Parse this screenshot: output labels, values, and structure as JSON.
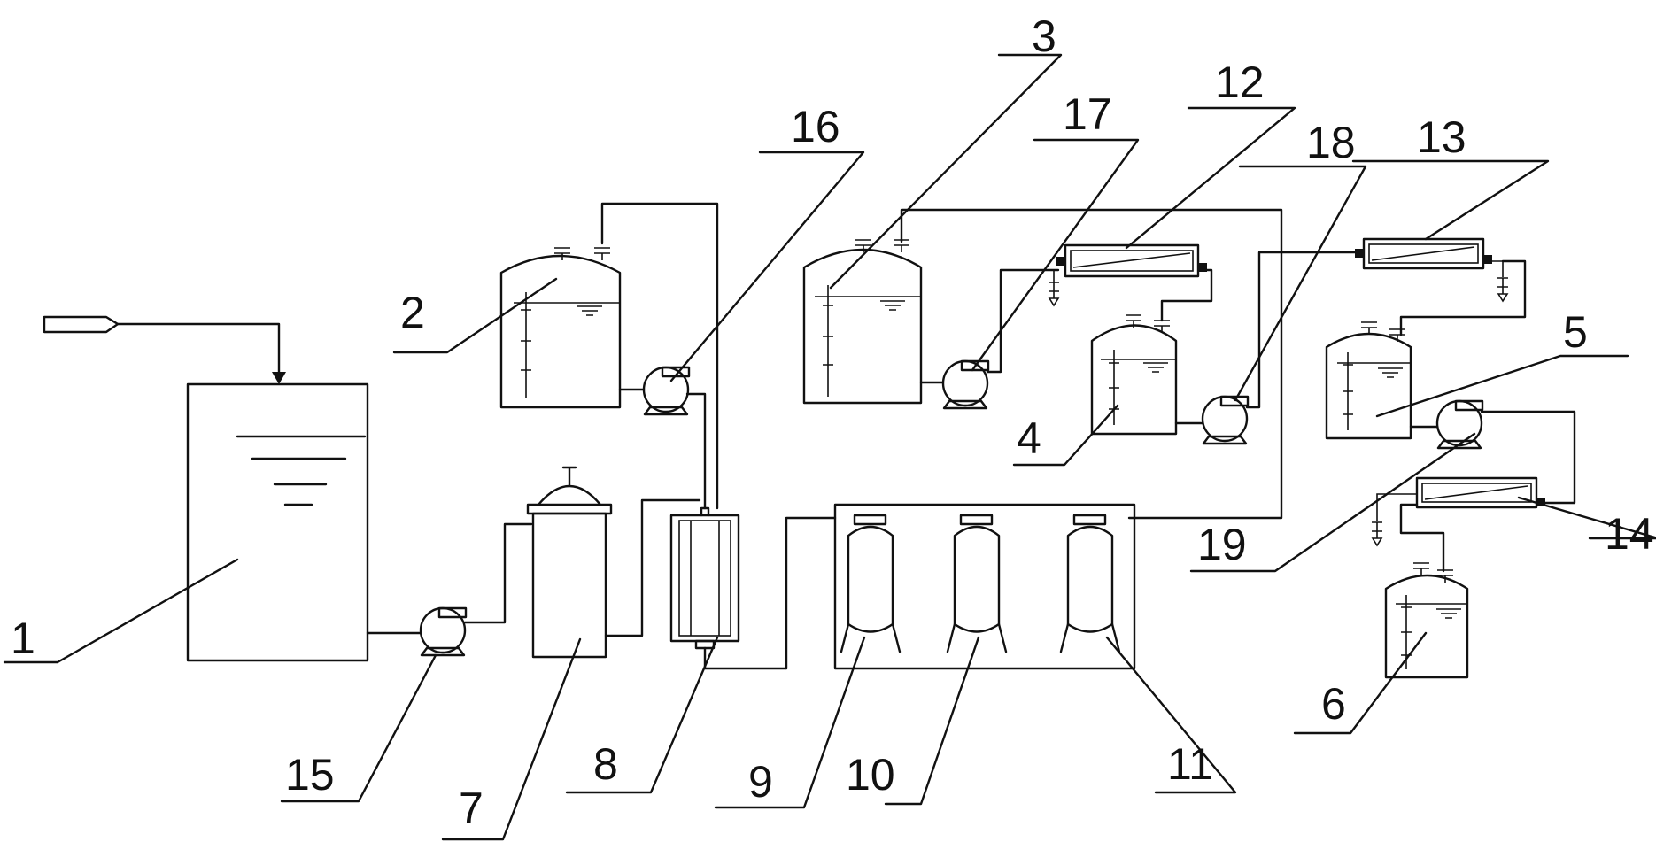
{
  "diagram": {
    "labels": {
      "n1": "1",
      "n2": "2",
      "n3": "3",
      "n4": "4",
      "n5": "5",
      "n6": "6",
      "n7": "7",
      "n8": "8",
      "n9": "9",
      "n10": "10",
      "n11": "11",
      "n12": "12",
      "n13": "13",
      "n14": "14",
      "n15": "15",
      "n16": "16",
      "n17": "17",
      "n18": "18",
      "n19": "19"
    }
  }
}
